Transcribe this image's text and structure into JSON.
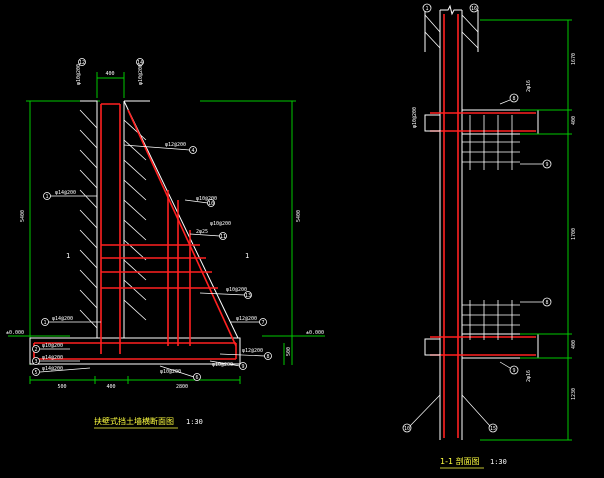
{
  "left_view": {
    "title": "扶壁式挡土墙横断面图",
    "scale": "1:30",
    "side_mark_left": "1",
    "side_mark_right": "1",
    "dim_top": "400",
    "dim_height_left": "5400",
    "dim_height_right": "5400",
    "dim_base_thickness": "500",
    "dim_toe": "500",
    "dim_stem": "400",
    "dim_heel": "2800",
    "elev_left": "±0.000",
    "elev_right": "±0.000",
    "callouts": [
      {
        "num": "1",
        "text": "φ14@200"
      },
      {
        "num": "1",
        "text": "φ14@200"
      },
      {
        "num": "2",
        "text": "φ10@200"
      },
      {
        "num": "3",
        "text": "φ14@200"
      },
      {
        "num": "4",
        "text": "φ12@200"
      },
      {
        "num": "5",
        "text": "φ14@200"
      },
      {
        "num": "6",
        "text": "φ10@200"
      },
      {
        "num": "7",
        "text": "φ12@200"
      },
      {
        "num": "8",
        "text": "φ12@200"
      },
      {
        "num": "9",
        "text": "φ10@200"
      },
      {
        "num": "10",
        "text": "φ10@200"
      },
      {
        "num": "11",
        "text": "2φ25"
      },
      {
        "num": "12",
        "text": "φ10@200"
      },
      {
        "num": "13",
        "text": "φ10@200"
      },
      {
        "num": "14",
        "text": "φ10@200"
      },
      {
        "num": "15",
        "text": "φ10@200"
      }
    ]
  },
  "right_view": {
    "title": "1-1 剖面图",
    "scale": "1:30",
    "dim_segments": [
      "1670",
      "400",
      "1700",
      "400",
      "1230"
    ],
    "callouts_top": [
      "1",
      "16"
    ],
    "callouts_bottom": [
      "10",
      "15"
    ],
    "callout_right": [
      "8",
      "9",
      "8",
      "9"
    ],
    "labels": [
      "2φ16",
      "2φ16",
      "φ10@200"
    ]
  }
}
